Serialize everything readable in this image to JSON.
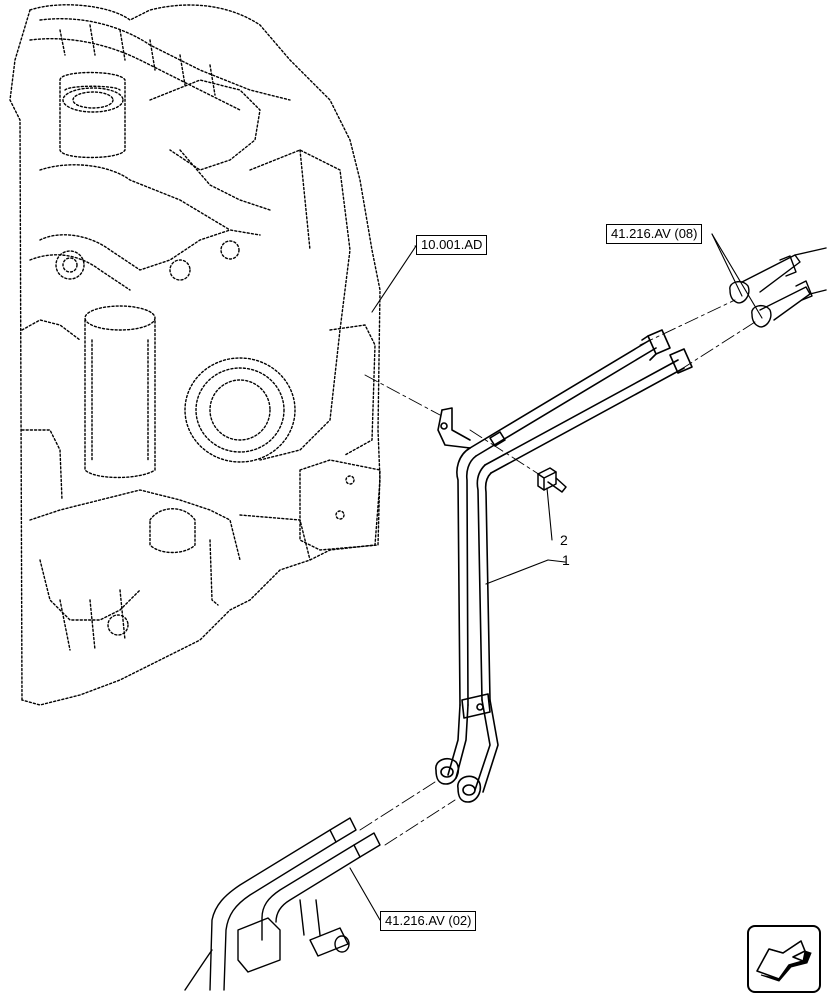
{
  "diagram": {
    "callouts": [
      "1",
      "2"
    ],
    "references": {
      "engine": "10.001.AD",
      "upper_pipes": "41.216.AV (08)",
      "lower_pipes": "41.216.AV (02)"
    },
    "nav_icon": "arrow-icon"
  }
}
